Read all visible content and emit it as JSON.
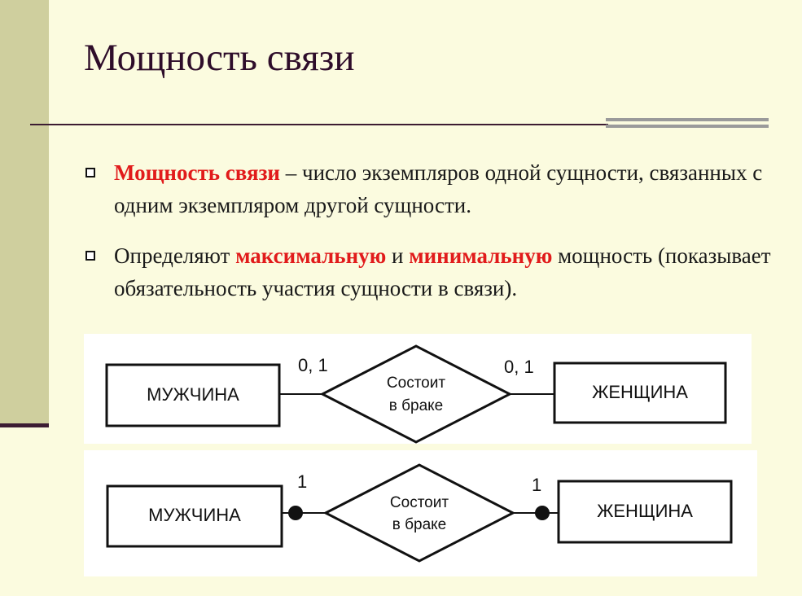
{
  "slide": {
    "title": "Мощность связи",
    "bullets": [
      {
        "term": "Мощность связи",
        "text": " – число экземпляров одной сущности, связанных с одним экземпляром другой сущности."
      },
      {
        "prefix": "Определяют ",
        "highlight_1": "максимальную",
        "middle": " и ",
        "highlight_2": "минимальную",
        "suffix": " мощность (показывает обязательность участия сущности в связи)."
      }
    ]
  },
  "diagram_1": {
    "left_entity": "МУЖЧИНА",
    "right_entity": "ЖЕНЩИНА",
    "relationship_line1": "Состоит",
    "relationship_line2": "в браке",
    "left_cardinality": "0, 1",
    "right_cardinality": "0, 1"
  },
  "diagram_2": {
    "left_entity": "МУЖЧИНА",
    "right_entity": "ЖЕНЩИНА",
    "relationship_line1": "Состоит",
    "relationship_line2": "в браке",
    "left_cardinality": "1",
    "right_cardinality": "1"
  },
  "colors": {
    "background": "#fbfbdf",
    "sidebar": "#cfcf9e",
    "title": "#2e0d2a",
    "highlight": "#e11b1b"
  }
}
